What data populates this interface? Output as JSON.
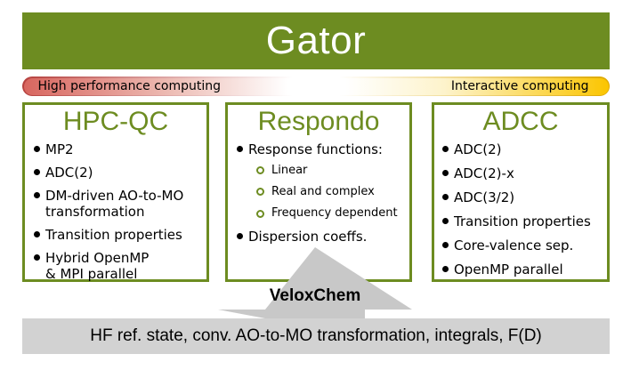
{
  "colors": {
    "green": "#6d8c21",
    "pill-red-edge": "#b6413e",
    "pill-gold": "#fbc500",
    "pill-gold-edge": "#dea900",
    "arrow-gray": "#c8c8c8",
    "bar-gray": "#d2d2d2"
  },
  "banner": {
    "title": "Gator"
  },
  "spectrum": {
    "left_label": "High performance computing",
    "right_label": "Interactive computing"
  },
  "boxes": [
    {
      "title": "HPC-QC",
      "items": [
        "MP2",
        "ADC(2)",
        "DM-driven AO-to-MO\ntransformation",
        "Transition properties",
        "Hybrid OpenMP\n& MPI parallel"
      ]
    },
    {
      "title": "Respondo",
      "items": [
        {
          "label": "Response functions:",
          "subitems": [
            "Linear",
            "Real and complex",
            "Frequency dependent"
          ]
        },
        {
          "label": "Dispersion coeffs."
        }
      ]
    },
    {
      "title": "ADCC",
      "items": [
        "ADC(2)",
        "ADC(2)-x",
        "ADC(3/2)",
        "Transition properties",
        "Core-valence sep.",
        "OpenMP parallel"
      ]
    }
  ],
  "arrow": {
    "label": "VeloxChem"
  },
  "foundation": {
    "text": "HF ref. state, conv. AO-to-MO transformation, integrals, F(D)"
  }
}
